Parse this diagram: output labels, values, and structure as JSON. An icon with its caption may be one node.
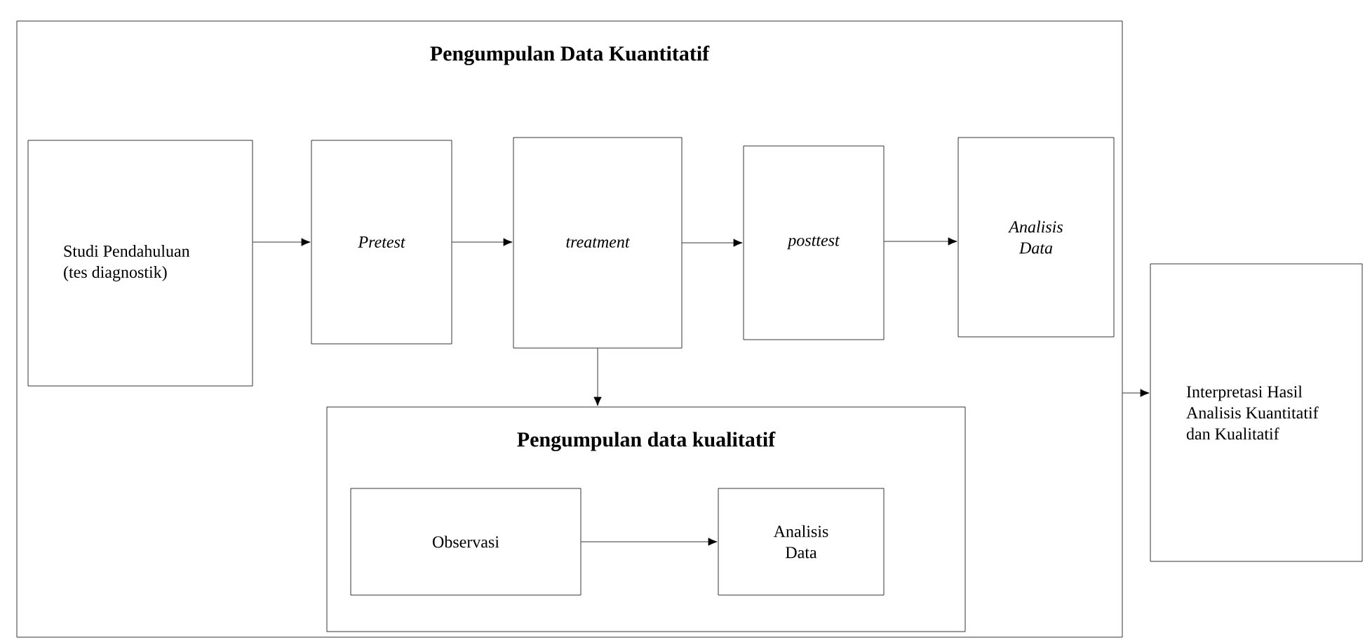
{
  "diagram": {
    "nodes": [
      {
        "text": [
          "Pengumpulan Data Kuantitatif"
        ]
      },
      {
        "text": [
          "Studi Pendahuluan (tes diagnostik)"
        ],
        "in": 0
      },
      {
        "text": [
          "Pretest"
        ],
        "in": 0
      },
      {
        "text": [
          "treatment"
        ],
        "in": 0
      },
      {
        "text": [
          "posttest"
        ],
        "in": 0
      },
      {
        "text": [
          "Analisis Data"
        ],
        "in": 0
      },
      {
        "text": [
          "Pengumpulan data kualitatif"
        ],
        "in": 0
      },
      {
        "text": [
          "Observasi"
        ],
        "in": 6
      },
      {
        "text": [
          "Analisis Data"
        ],
        "in": 6
      },
      {
        "text": [
          "Interpretasi Hasil Analisis Kuantitatif dan Kualitatif"
        ]
      }
    ],
    "edges": [
      {
        "from": 1,
        "to": 2,
        "arrow": "to"
      },
      {
        "from": 2,
        "to": 3,
        "arrow": "to"
      },
      {
        "from": 3,
        "to": 4,
        "arrow": "to"
      },
      {
        "from": 4,
        "to": 5,
        "arrow": "to"
      },
      {
        "from": 3,
        "to": 6,
        "arrow": "to"
      },
      {
        "from": 7,
        "to": 8,
        "arrow": "to"
      },
      {
        "from": 0,
        "to": 9,
        "arrow": "to"
      }
    ]
  }
}
